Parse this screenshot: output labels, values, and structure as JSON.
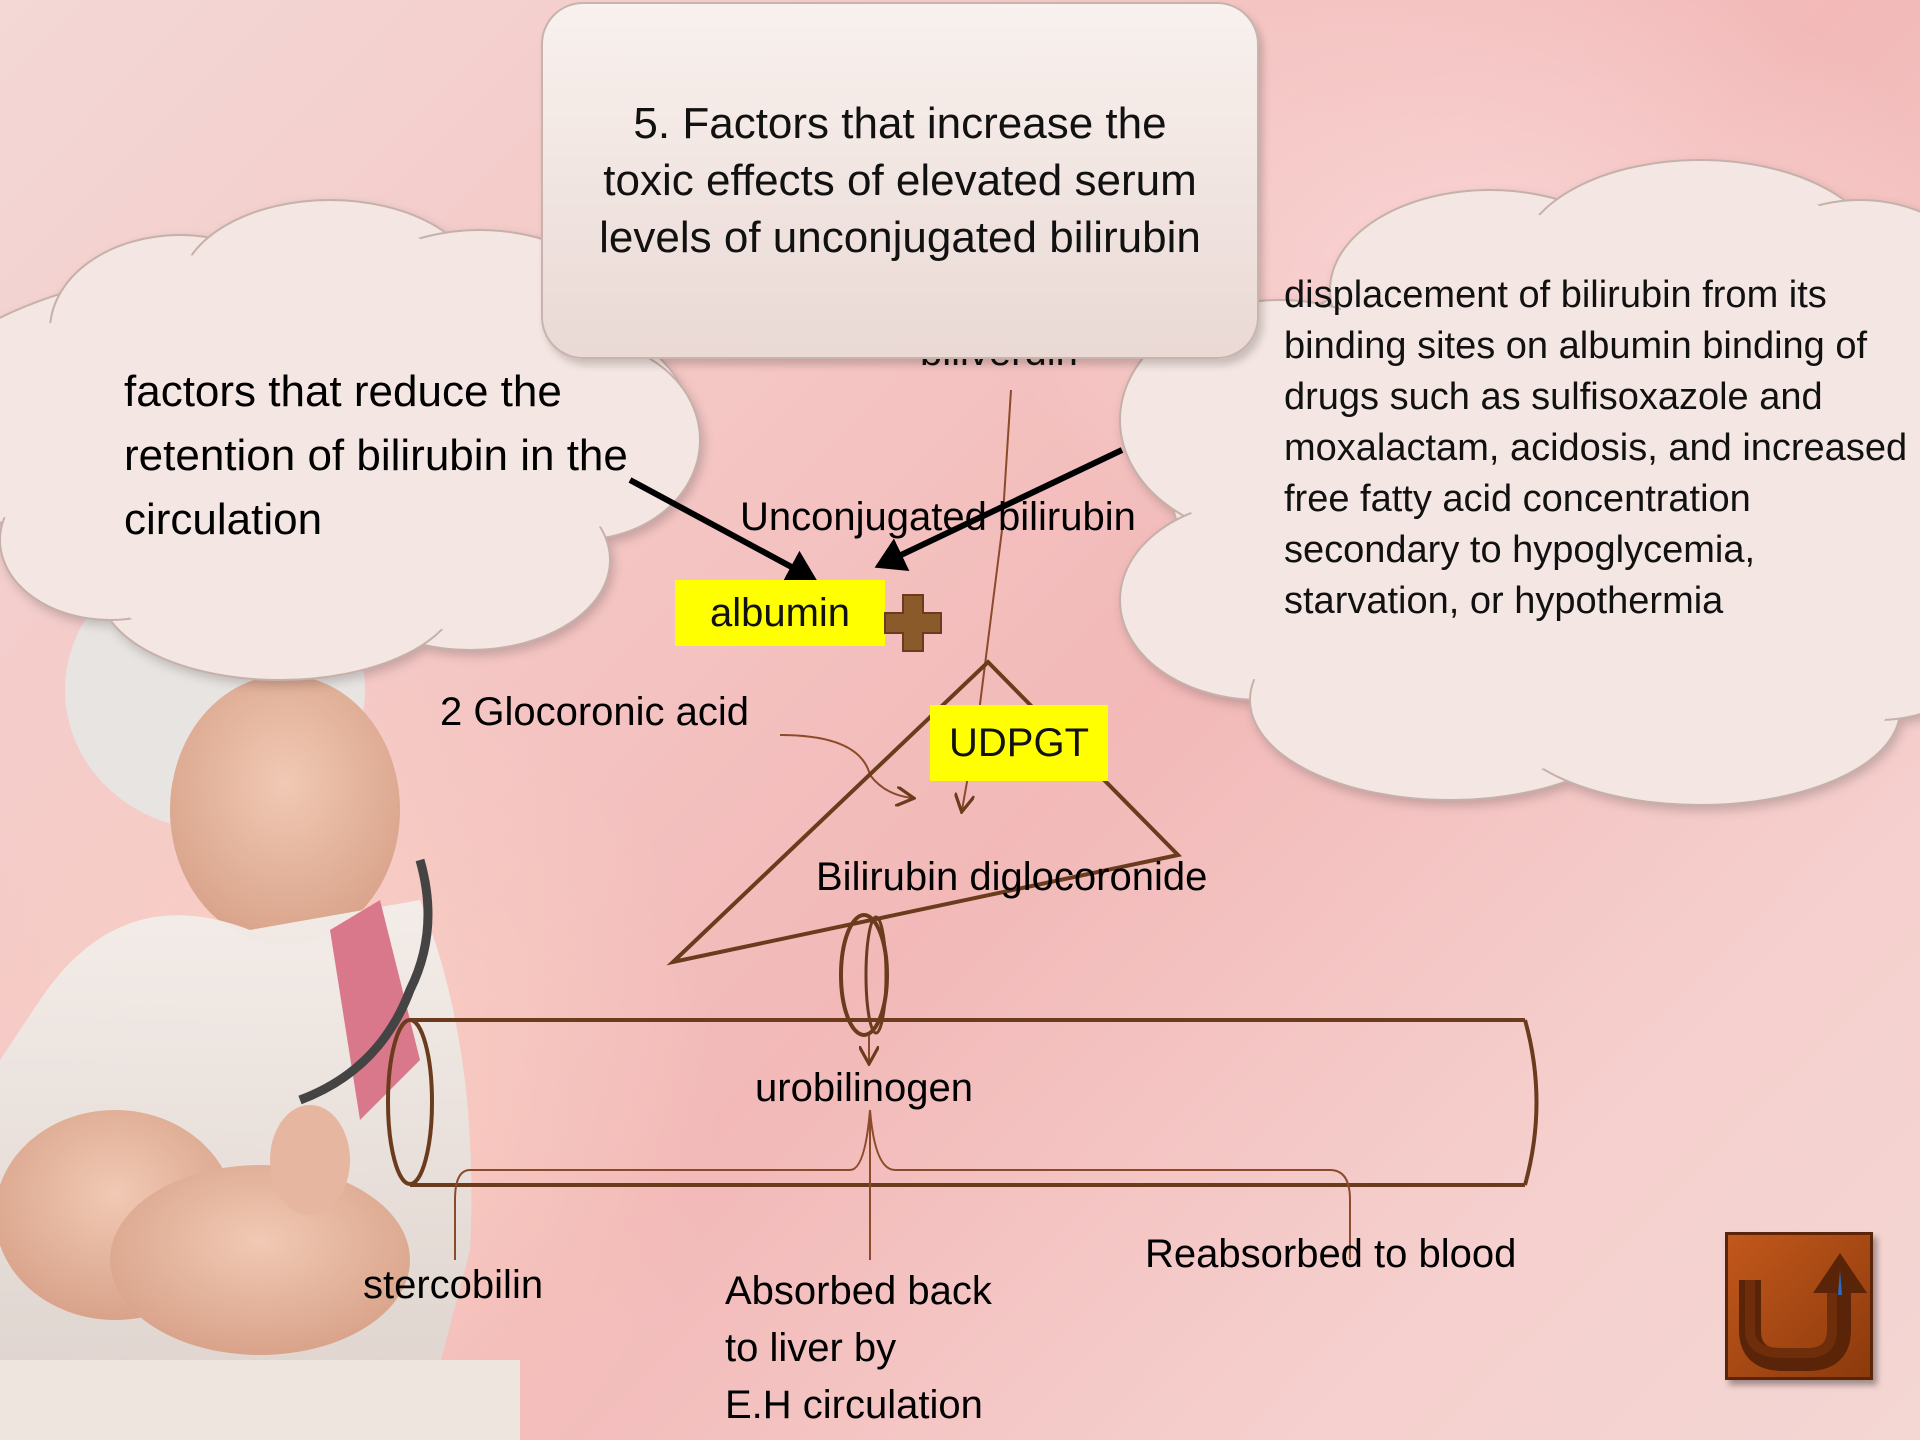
{
  "slide": {
    "title": "5. Factors that increase the toxic effects of elevated serum levels of unconjugated bilirubin",
    "left_cloud_text": "factors that reduce the retention of bilirubin in the circulation",
    "right_cloud_text": " displacement of bilirubin from its binding sites on albumin  binding of drugs such as sulfisoxazole and moxalactam, acidosis, and increased free fatty acid concentration secondary to hypoglycemia, starvation, or hypothermia",
    "hidden_label": "biliverdin"
  },
  "diagram": {
    "unconjugated": "Unconjugated bilirubin",
    "albumin": "albumin",
    "glucuronic": "2 Glocoronic acid",
    "udpgt": "UDPGT",
    "diglucuronide": "Bilirubin diglocoronide",
    "urobilinogen": "urobilinogen",
    "stercobilin": "stercobilin",
    "absorbed_line1": "Absorbed back",
    "absorbed_line2": "to liver by",
    "absorbed_line3": "E.H circulation",
    "reabsorbed": "Reabsorbed to blood"
  },
  "colors": {
    "diagram_line": "#6b3b1e",
    "highlight": "#ffff00",
    "plus": "#8a5a2b",
    "back_button": "#b04a12"
  },
  "icons": {
    "plus": "plus-icon",
    "back": "u-turn-arrow-icon"
  }
}
